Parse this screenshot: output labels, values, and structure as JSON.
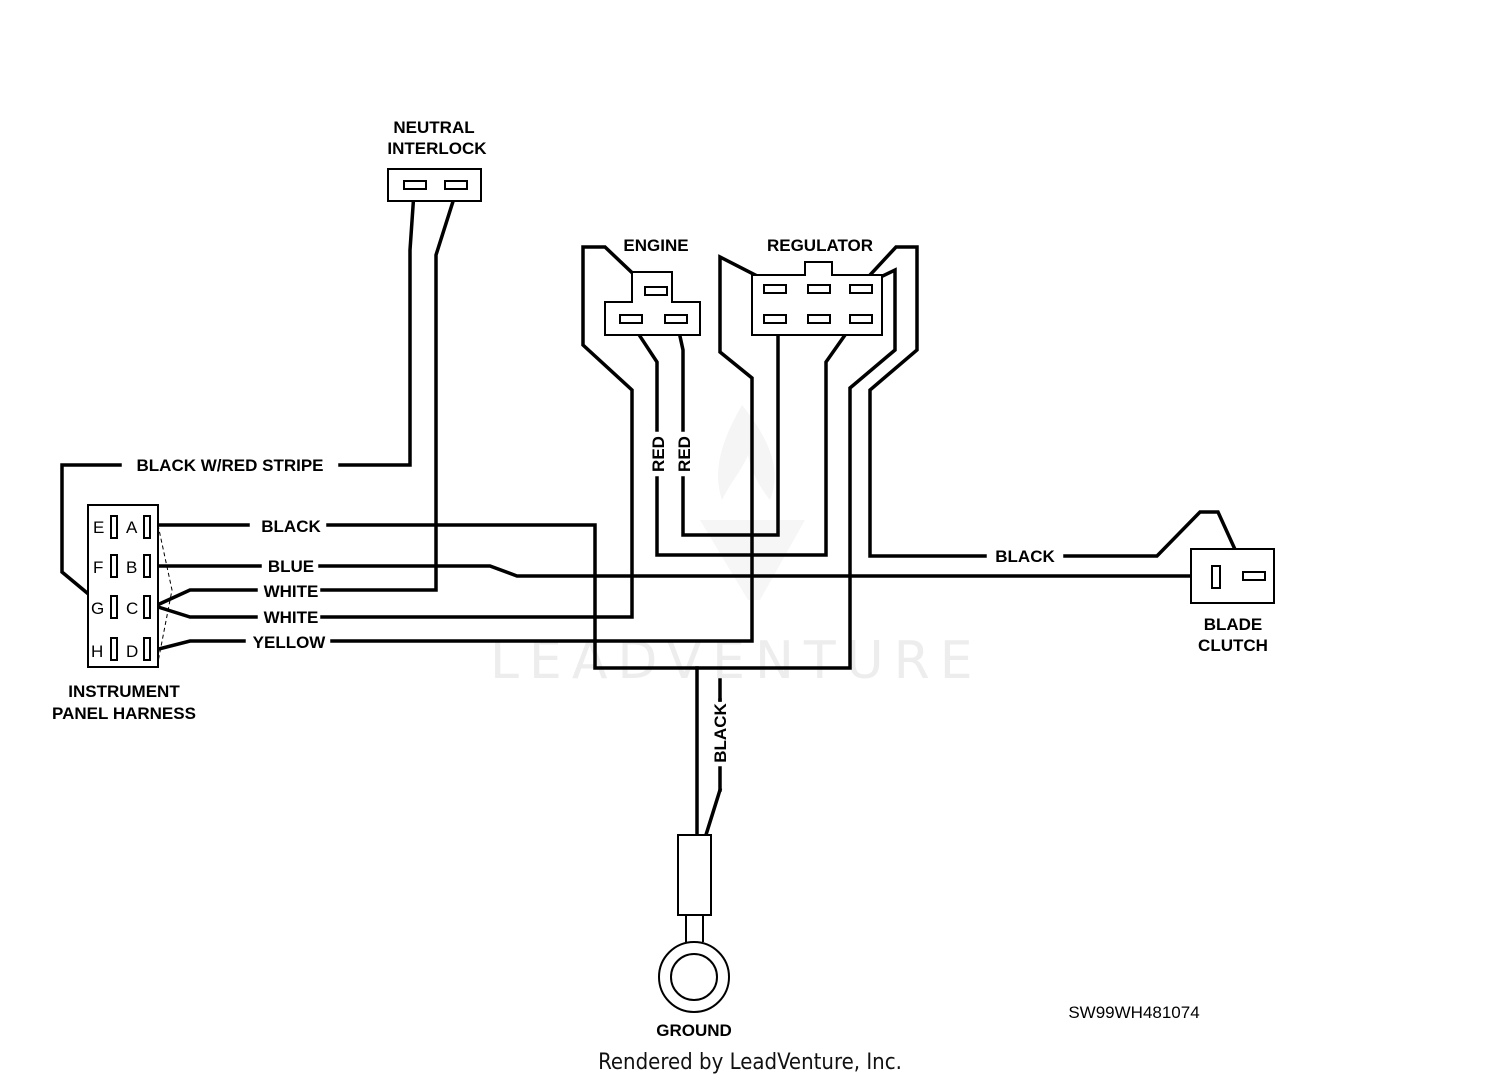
{
  "components": {
    "neutral_interlock": [
      "NEUTRAL",
      "INTERLOCK"
    ],
    "engine": "ENGINE",
    "regulator": "REGULATOR",
    "instrument_panel_harness": [
      "INSTRUMENT",
      "PANEL HARNESS"
    ],
    "blade_clutch": [
      "BLADE",
      "CLUTCH"
    ],
    "ground": "GROUND"
  },
  "harness_pins": {
    "left": [
      "E",
      "F",
      "G",
      "H"
    ],
    "right": [
      "A",
      "B",
      "C",
      "D"
    ]
  },
  "wires": {
    "black_red_stripe": "BLACK W/RED STRIPE",
    "black_a": "BLACK",
    "blue": "BLUE",
    "white_1": "WHITE",
    "white_2": "WHITE",
    "yellow": "YELLOW",
    "red_1": "RED",
    "red_2": "RED",
    "black_clutch": "BLACK",
    "black_ground": "BLACK"
  },
  "part_number": "SW99WH481074",
  "credit": "Rendered by LeadVenture, Inc.",
  "watermark": "LEADVENTURE"
}
